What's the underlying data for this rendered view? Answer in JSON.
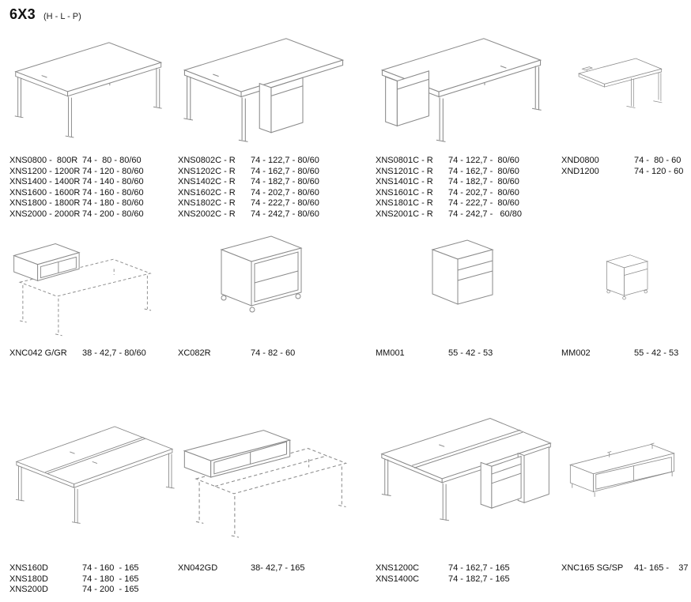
{
  "title": "6X3",
  "subtitle": "(H - L - P)",
  "cells": [
    {
      "drawing": "desk",
      "items": [
        {
          "code": "XNS0800 -  800R",
          "dims": "74 -  80 - 80/60"
        },
        {
          "code": "XNS1200 - 1200R",
          "dims": "74 - 120 - 80/60"
        },
        {
          "code": "XNS1400 - 1400R",
          "dims": "74 - 140 - 80/60"
        },
        {
          "code": "XNS1600 - 1600R",
          "dims": "74 - 160 - 80/60"
        },
        {
          "code": "XNS1800 - 1800R",
          "dims": "74 - 180 - 80/60"
        },
        {
          "code": "XNS2000 - 2000R",
          "dims": "74 - 200 - 80/60"
        }
      ]
    },
    {
      "drawing": "desk-ped-right",
      "items": [
        {
          "code": "XNS0802C - R",
          "dims": "74 - 122,7 - 80/60"
        },
        {
          "code": "XNS1202C - R",
          "dims": "74 - 162,7 - 80/60"
        },
        {
          "code": "XNS1402C - R",
          "dims": "74 - 182,7 - 80/60"
        },
        {
          "code": "XNS1602C - R",
          "dims": "74 - 202,7 - 80/60"
        },
        {
          "code": "XNS1802C - R",
          "dims": "74 - 222,7 - 80/60"
        },
        {
          "code": "XNS2002C - R",
          "dims": "74 - 242,7 - 80/60"
        }
      ]
    },
    {
      "drawing": "desk-ped-left",
      "items": [
        {
          "code": "XNS0801C - R",
          "dims": "74 - 122,7 -  80/60"
        },
        {
          "code": "XNS1201C - R",
          "dims": "74 - 162,7 -  80/60"
        },
        {
          "code": "XNS1401C - R",
          "dims": "74 - 182,7 -  80/60"
        },
        {
          "code": "XNS1601C - R",
          "dims": "74 - 202,7 -  80/60"
        },
        {
          "code": "XNS1801C - R",
          "dims": "74 - 222,7 -  80/60"
        },
        {
          "code": "XNS2001C - R",
          "dims": "74 - 242,7 -   60/80"
        }
      ]
    },
    {
      "drawing": "return-desk",
      "items": [
        {
          "code": "XND0800",
          "dims": "74 -  80 - 60"
        },
        {
          "code": "XND1200",
          "dims": "74 - 120 - 60"
        }
      ]
    },
    {
      "drawing": "storage-unit-on-desk",
      "items": [
        {
          "code": "XNC042 G/GR",
          "dims": "38 - 42,7 - 80/60"
        }
      ]
    },
    {
      "drawing": "mobile-cabinet",
      "items": [
        {
          "code": "XC082R",
          "dims": "74 - 82 - 60"
        }
      ]
    },
    {
      "drawing": "drawer-pedestal",
      "items": [
        {
          "code": "MM001",
          "dims": "55 - 42 - 53"
        }
      ]
    },
    {
      "drawing": "mobile-pedestal",
      "items": [
        {
          "code": "MM002",
          "dims": "55 - 42 - 53"
        }
      ]
    },
    {
      "drawing": "bench-desk",
      "items": [
        {
          "code": "XNS160D",
          "dims": "74 - 160  - 165"
        },
        {
          "code": "XNS180D",
          "dims": "74 - 180  - 165"
        },
        {
          "code": "XNS200D",
          "dims": "74 - 200  - 165"
        }
      ]
    },
    {
      "drawing": "storage-unit-on-bench",
      "items": [
        {
          "code": "XN042GD",
          "dims": "38- 42,7 - 165"
        }
      ]
    },
    {
      "drawing": "bench-desk-pedestals",
      "items": [
        {
          "code": "XNS1200C",
          "dims": "74 - 162,7 - 165"
        },
        {
          "code": "XNS1400C",
          "dims": "74 - 182,7 - 165"
        }
      ]
    },
    {
      "drawing": "open-credenza",
      "items": [
        {
          "code": "XNC165 SG/SP",
          "dims": "41- 165 -    37"
        }
      ]
    }
  ]
}
